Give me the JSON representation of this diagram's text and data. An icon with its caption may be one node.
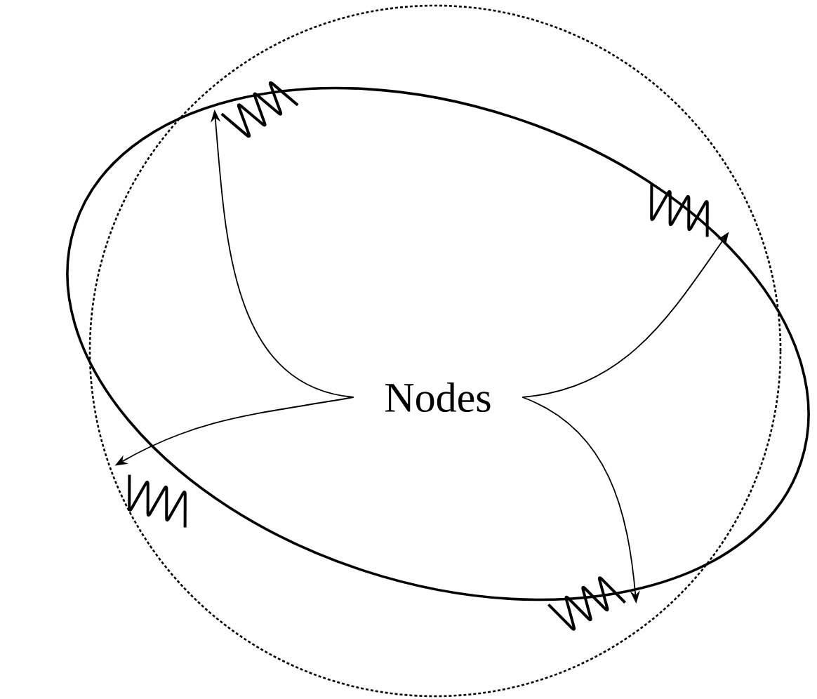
{
  "diagram": {
    "nodes": [
      {
        "text": [
          "Nodes"
        ]
      },
      {
        "text": [],
        "shape": "squiggle"
      },
      {
        "text": [],
        "shape": "squiggle"
      },
      {
        "text": [],
        "shape": "squiggle"
      },
      {
        "text": [],
        "shape": "squiggle"
      }
    ],
    "edges": [
      {
        "from": 0,
        "to": 1,
        "arrow": "to"
      },
      {
        "from": 0,
        "to": 2,
        "arrow": "to"
      },
      {
        "from": 0,
        "to": 3,
        "arrow": "to"
      },
      {
        "from": 0,
        "to": 4,
        "arrow": "to"
      }
    ]
  }
}
